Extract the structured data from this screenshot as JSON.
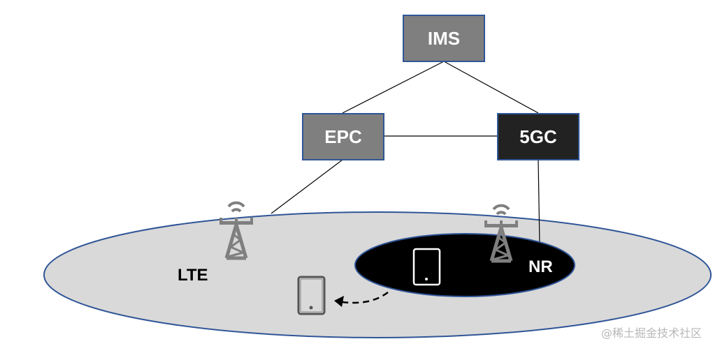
{
  "nodes": {
    "ims": {
      "label": "IMS",
      "color": "#7f7f7f"
    },
    "epc": {
      "label": "EPC",
      "color": "#7f7f7f"
    },
    "fivegc": {
      "label": "5GC",
      "color": "#222222"
    }
  },
  "coverage": {
    "lte": {
      "label": "LTE",
      "fill": "#d9d9d9",
      "label_color": "#000000"
    },
    "nr": {
      "label": "NR",
      "fill": "#000000",
      "label_color": "#ffffff"
    }
  },
  "colors": {
    "border": "#2f5597",
    "tower": "#7f7f7f",
    "line": "#000000"
  },
  "watermark": "@稀土掘金技术社区"
}
